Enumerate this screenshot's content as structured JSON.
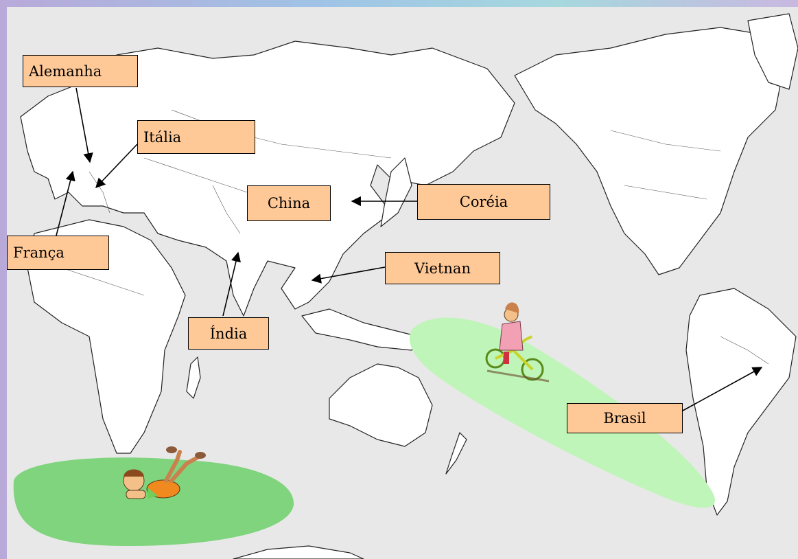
{
  "map": {
    "labels": {
      "alemanha": "Alemanha",
      "italia": "Itália",
      "china": "China",
      "coreia": "Coréia",
      "franca": "França",
      "vietnan": "Vietnan",
      "india": "Índia",
      "brasil": "Brasil"
    },
    "colors": {
      "ocean": "#e8e8e8",
      "land": "#ffffff",
      "label_fill": "#ffc997",
      "grass_dark": "#7fd47d",
      "grass_light": "#bff5b8"
    }
  }
}
